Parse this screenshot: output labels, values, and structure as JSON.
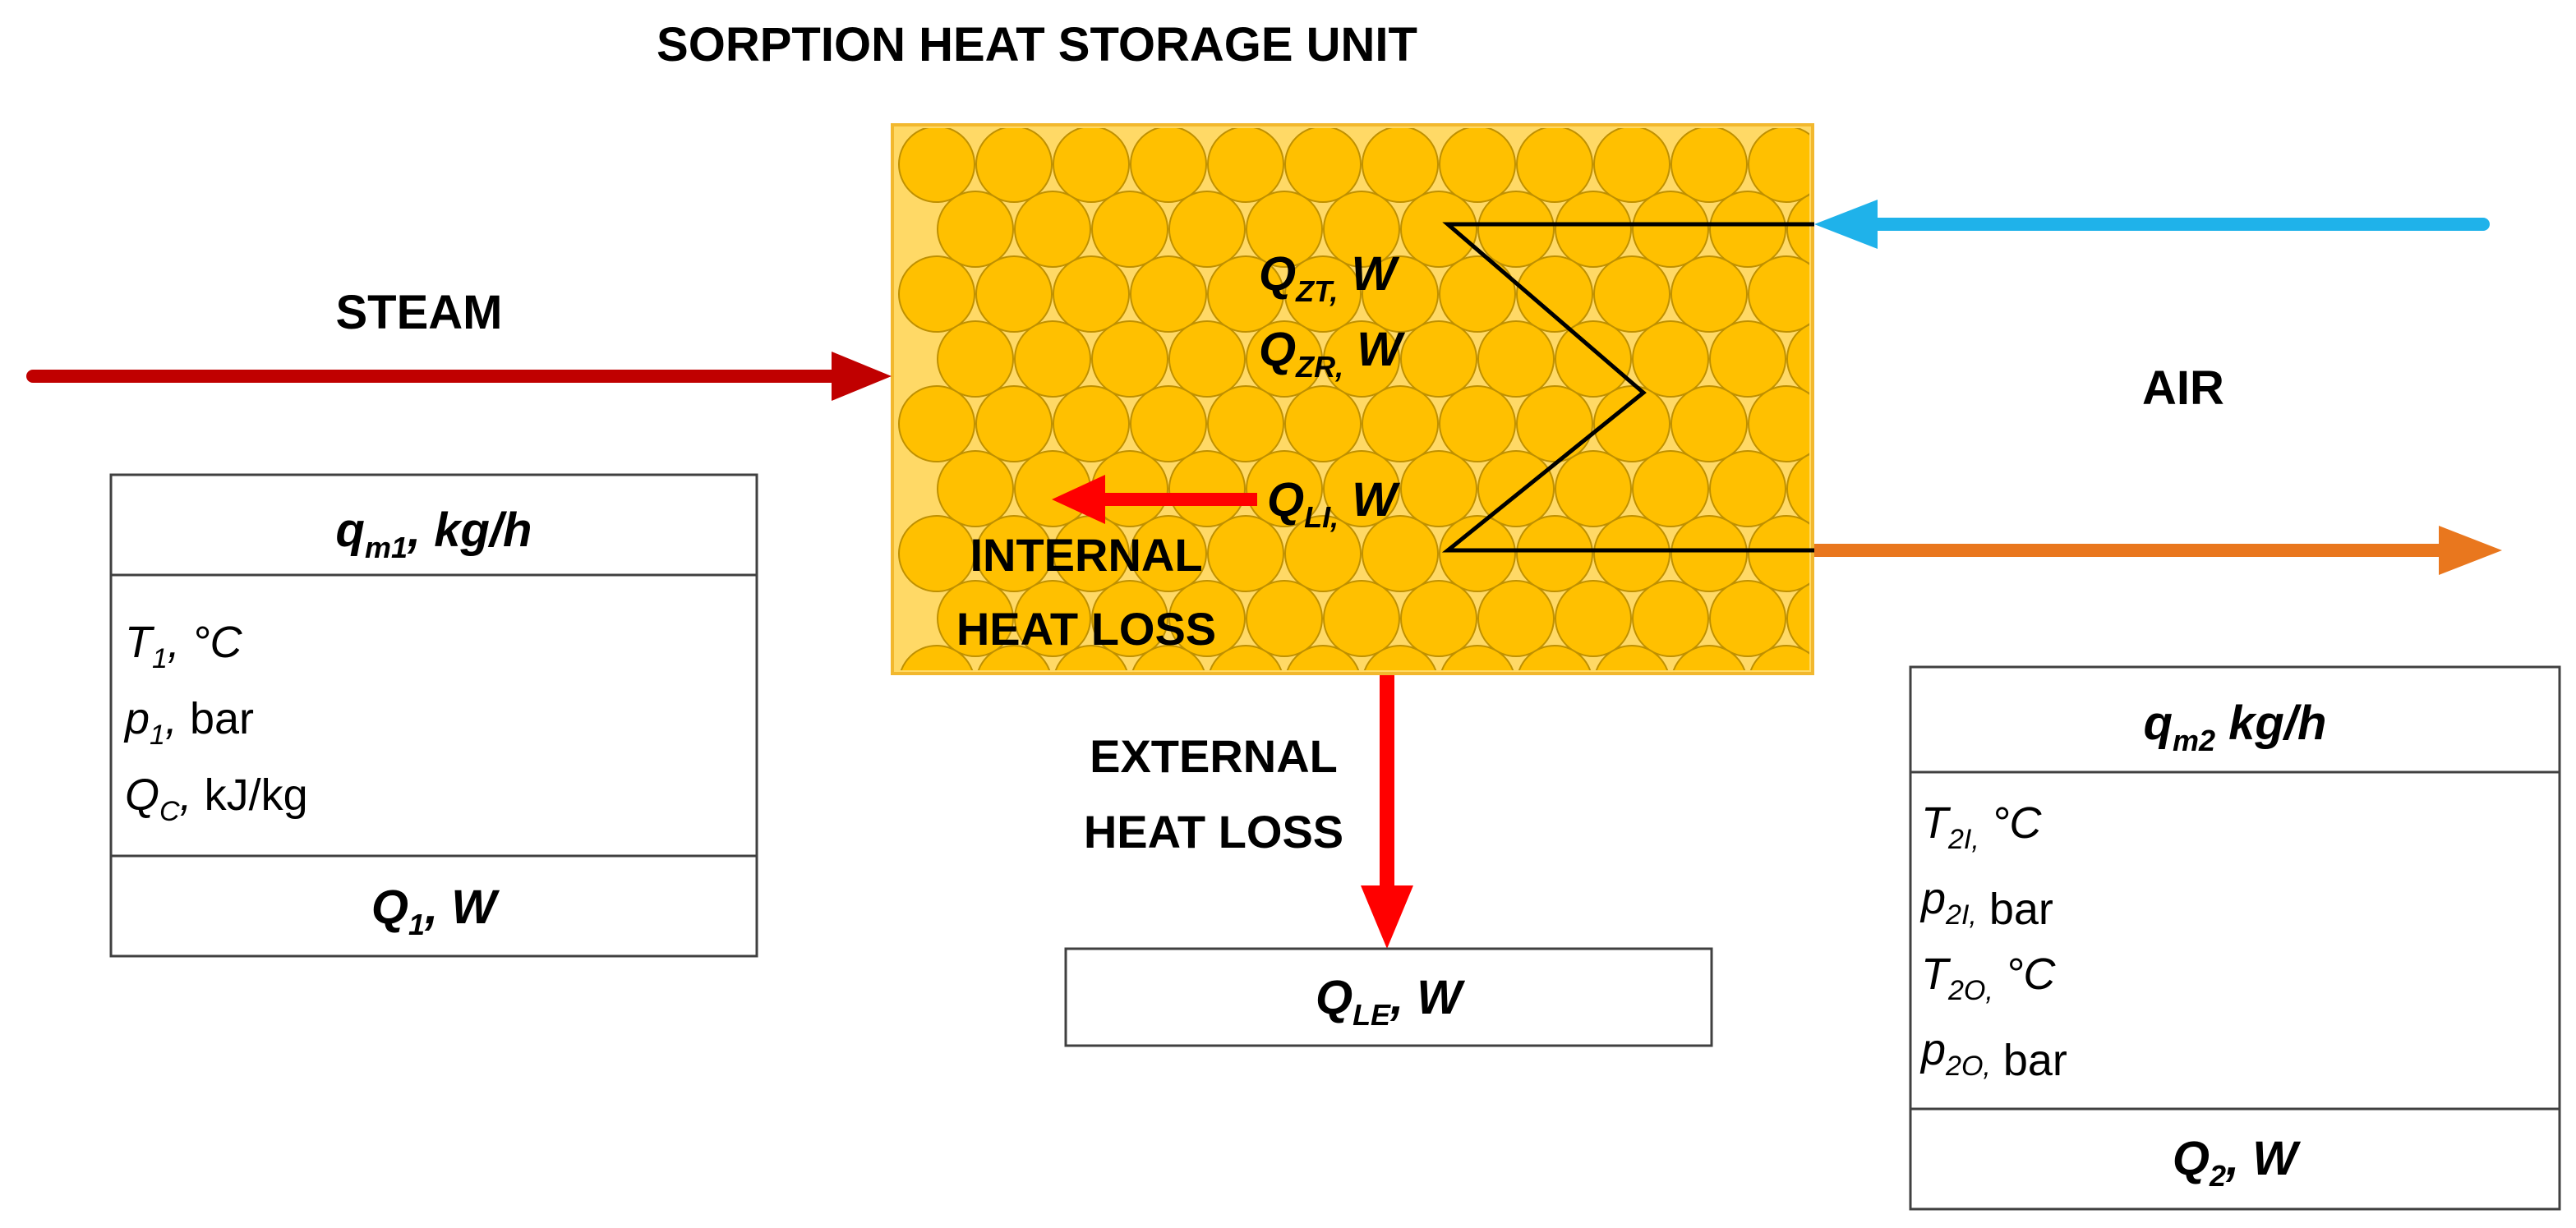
{
  "title": "SORPTION HEAT STORAGE UNIT",
  "colors": {
    "steam_arrow": "#c00000",
    "air_in_arrow": "#1fb2ea",
    "air_out_arrow": "#e9771e",
    "heat_loss_arrow": "#ff0000",
    "unit_background": "#ffd966",
    "unit_border": "#f2b82e",
    "sorbent_bead": "#ffc000",
    "sorbent_bead_edge": "#bf9000",
    "table_border": "#404040"
  },
  "labels": {
    "steam": "STEAM",
    "air": "AIR",
    "internal_heat_loss_line1": "INTERNAL",
    "internal_heat_loss_line2": "HEAT LOSS",
    "external_heat_loss_line1": "EXTERNAL",
    "external_heat_loss_line2": "HEAT LOSS"
  },
  "unit_quantities": {
    "qzt": {
      "main": "Q",
      "sub": "ZT,",
      "rest": " W"
    },
    "qzr": {
      "main": "Q",
      "sub": "ZR,",
      "rest": " W"
    },
    "qli": {
      "main": "Q",
      "sub": "LI,",
      "rest": " W"
    }
  },
  "steam_box": {
    "header": {
      "main": "q",
      "sub": "m1",
      "rest": ", kg/h"
    },
    "rows": [
      {
        "main": "T",
        "sub": "1",
        "italic_tail": ", °C",
        "unit": ""
      },
      {
        "main": "p",
        "sub": "1",
        "italic_tail": ",",
        "unit": " bar"
      },
      {
        "main": "Q",
        "sub": "C",
        "italic_tail": ",",
        "unit": " kJ/kg"
      }
    ],
    "footer": {
      "main": "Q",
      "sub": "1",
      "rest": ", W"
    }
  },
  "external_loss_box": {
    "label": {
      "main": "Q",
      "sub": "LE",
      "rest": ", W"
    }
  },
  "air_box": {
    "header": {
      "main": "q",
      "sub": "m2",
      "rest": " kg/h"
    },
    "rows": [
      {
        "main": "T",
        "sub": "2I,",
        "italic_tail": " °C",
        "unit": ""
      },
      {
        "main": "p",
        "sub": "2I,",
        "italic_tail": "",
        "unit": " bar"
      },
      {
        "main": "T",
        "sub": "2O,",
        "italic_tail": " °C",
        "unit": ""
      },
      {
        "main": "p",
        "sub": "2O,",
        "italic_tail": "",
        "unit": " bar"
      }
    ],
    "footer": {
      "main": "Q",
      "sub": "2",
      "rest": ", W"
    }
  }
}
